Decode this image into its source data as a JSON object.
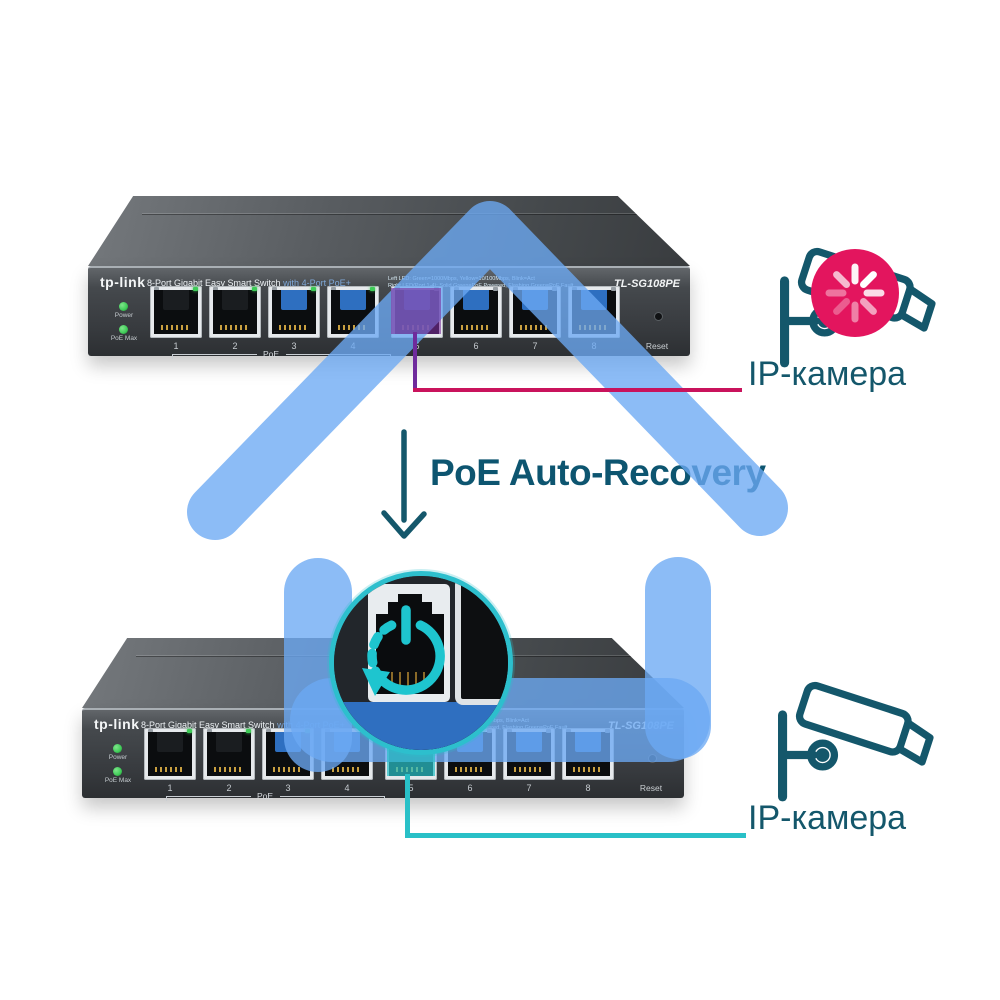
{
  "heading": {
    "poe_auto_recovery": "PoE Auto-Recovery"
  },
  "cameras": {
    "top_label": "IP-камера",
    "bottom_label": "IP-камера"
  },
  "switch": {
    "brand": "tp-link",
    "model": "TL-SG108PE",
    "title_main": "8-Port Gigabit Easy Smart Switch",
    "title_suffix": "with 4-Port PoE+",
    "led_legend": [
      "Left LED: Green=1000Mbps, Yellow=10/100Mbps, Blink=Act",
      "Right LED(Port 1-4): Solid Green=PoE Powered, Flashing Green=PoE Fault"
    ],
    "led_power_label": "Power",
    "led_poemax_label": "PoE Max",
    "ports": [
      "1",
      "2",
      "3",
      "4",
      "5",
      "6",
      "7",
      "8"
    ],
    "poe_group_label": "PoE",
    "reset_label": "Reset"
  },
  "colors": {
    "house_blue": "#6ba9f3",
    "callout_magenta": "#c9135c",
    "callout_purple": "#6f2b9c",
    "callout_teal": "#29c0c7",
    "icon_teal": "#14576b",
    "heading_teal": "#0d5570",
    "spinner_pink": "#e3155e",
    "restart_cyan": "#1ec5cf",
    "led_green": "#3ecb57"
  }
}
